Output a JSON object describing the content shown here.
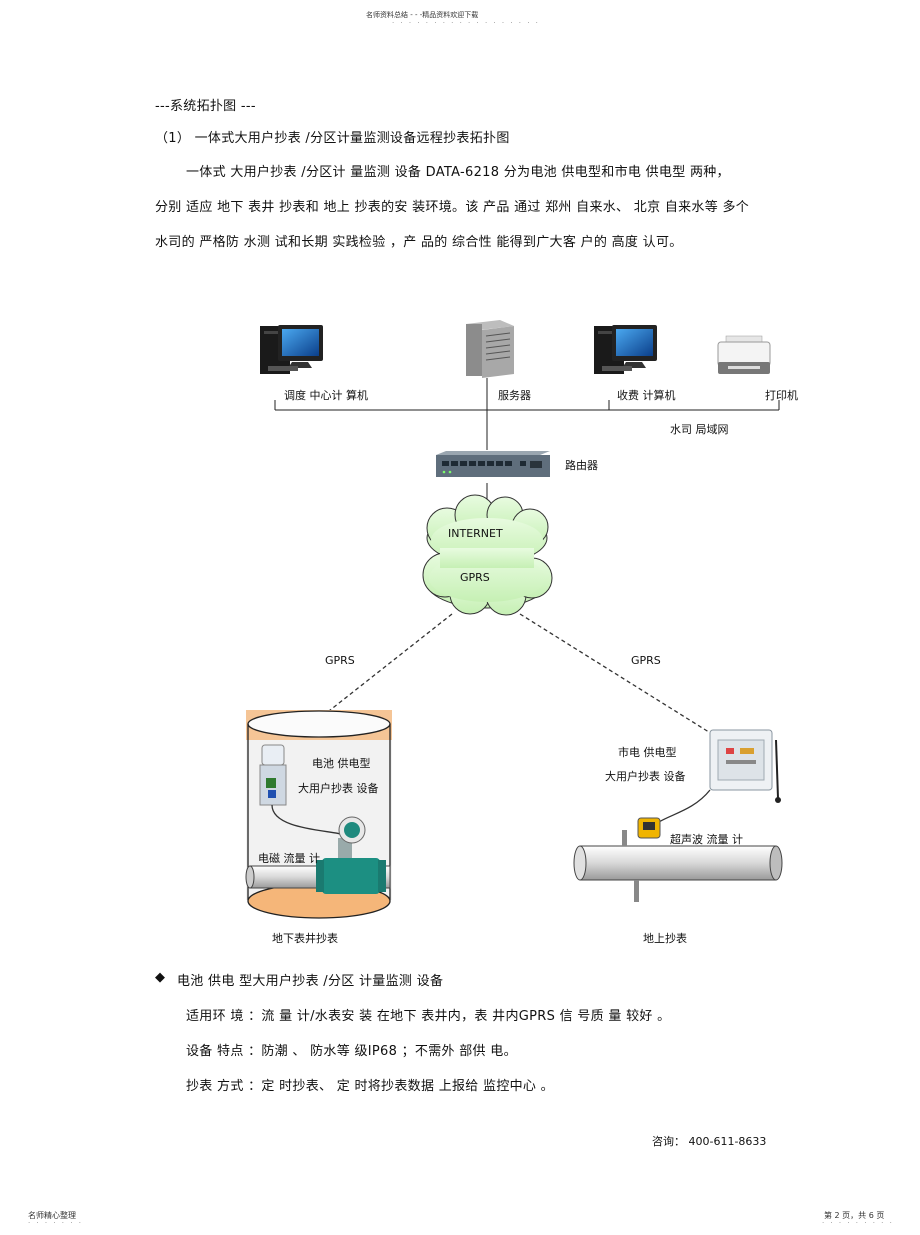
{
  "header": {
    "top_text": "名师资料总结 - - -精品资料欢迎下载",
    "top_dots": "· · · · · · · · · · · · · · · · · ·"
  },
  "section": {
    "heading": "---系统拓扑图 ---",
    "sub_heading": "（1）   一体式大用户抄表  /分区计量监测设备远程抄表拓扑图",
    "para_lines": [
      "一体式 大用户抄表 /分区计 量监测 设备  DATA-6218  分为电池 供电型和市电 供电型 两种，",
      "分别 适应 地下 表井 抄表和 地上 抄表的安 装环境。该 产品 通过 郑州 自来水、 北京 自来水等  多个",
      "水司的 严格防 水测 试和长期 实践检验 ，产 品的 综合性 能得到广大客 户的 高度 认可。"
    ]
  },
  "diagram": {
    "labels": {
      "dispatch_pc": "调度 中心计 算机",
      "server": "服务器",
      "billing_pc": "收费 计算机",
      "printer": "打印机",
      "lan": "水司 局域网",
      "router": "路由器",
      "internet": "INTERNET",
      "gprs_cloud": "GPRS",
      "gprs_left": "GPRS",
      "gprs_right": "GPRS",
      "battery_device_1": "电池 供电型",
      "battery_device_2": "大用户抄表  设备",
      "em_flowmeter": "电磁 流量 计",
      "underground": "地下表井抄表",
      "mains_device_1": "市电 供电型",
      "mains_device_2": "大用户抄表 设备",
      "ultrasonic": "超声波 流量 计",
      "aboveground": "地上抄表"
    }
  },
  "bullet": {
    "title": "电池 供电 型大用户抄表  /分区 计量监测  设备",
    "lines": [
      "适用环 境 ：流 量 计/水表安 装 在地下 表井内，表 井内GPRS 信 号质 量 较好 。",
      "设备 特点 ：防潮 、 防水等 级IP68 ；不需外 部供 电。",
      "抄表 方式 ：定 时抄表、  定 时将抄表数据  上报给 监控中心 。"
    ]
  },
  "contact": "咨询： 400-611-8633",
  "footer": {
    "left": "名师精心整理",
    "left_dots": "· · · · · · ·",
    "right": "第 2 页，共 6 页",
    "right_dots": "· · · · · · · · ·"
  }
}
